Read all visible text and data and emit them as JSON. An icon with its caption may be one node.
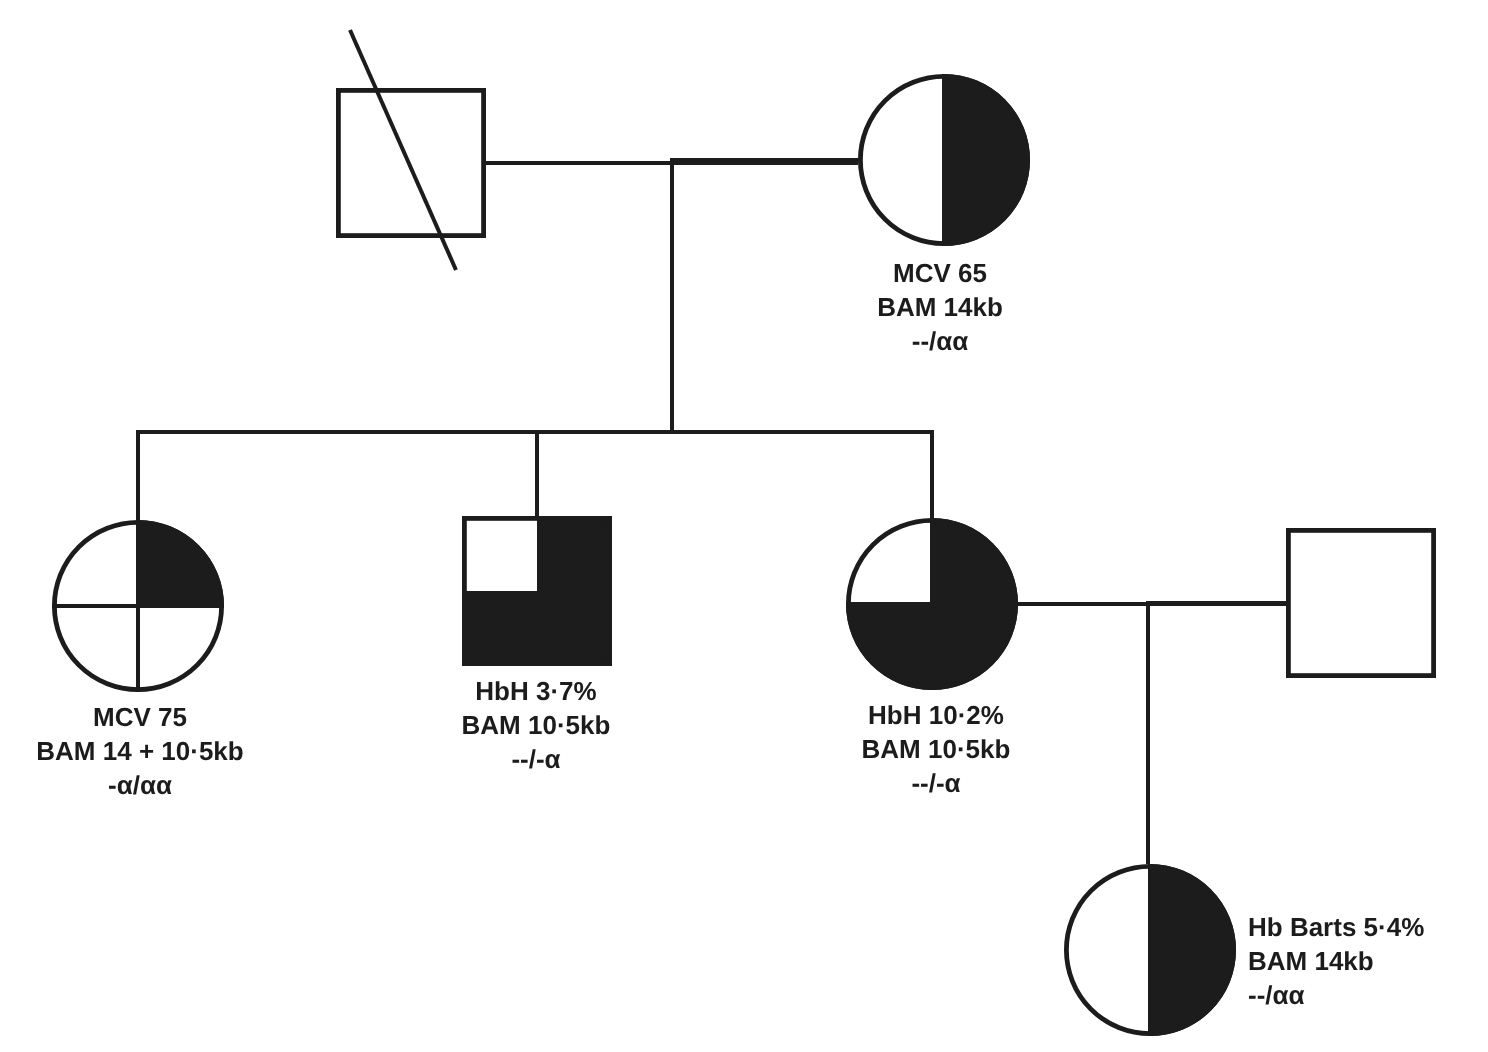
{
  "diagram": {
    "nodes": [
      {
        "text": [],
        "shape": "box"
      },
      {
        "text": [],
        "shape": "circle",
        "beside": [
          "MCV 65",
          "BAM 14kb",
          "--/αα"
        ]
      },
      {
        "text": [],
        "shape": "circle",
        "beside": [
          "MCV 75",
          "BAM 14 + 10·5kb",
          "-α/αα"
        ]
      },
      {
        "text": [],
        "shape": "box",
        "beside": [
          "HbH 3·7%",
          "BAM 10·5kb",
          "--/-α"
        ]
      },
      {
        "text": [],
        "shape": "circle",
        "beside": [
          "HbH 10·2%",
          "BAM 10·5kb",
          "--/-α"
        ]
      },
      {
        "text": [],
        "shape": "box"
      },
      {
        "text": [],
        "shape": "circle",
        "beside": [
          "Hb Barts 5·4%",
          "BAM 14kb",
          "--/αα"
        ]
      }
    ],
    "edges": [
      {
        "from": 0,
        "to": 1,
        "arrow": "none"
      },
      {
        "from": 0,
        "to": 2,
        "arrow": "none"
      },
      {
        "from": 0,
        "to": 3,
        "arrow": "none"
      },
      {
        "from": 0,
        "to": 4,
        "arrow": "none"
      },
      {
        "from": 1,
        "to": 2,
        "arrow": "none"
      },
      {
        "from": 1,
        "to": 3,
        "arrow": "none"
      },
      {
        "from": 1,
        "to": 4,
        "arrow": "none"
      },
      {
        "from": 4,
        "to": 5,
        "arrow": "none"
      },
      {
        "from": 4,
        "to": 6,
        "arrow": "none"
      },
      {
        "from": 5,
        "to": 6,
        "arrow": "none"
      }
    ]
  }
}
